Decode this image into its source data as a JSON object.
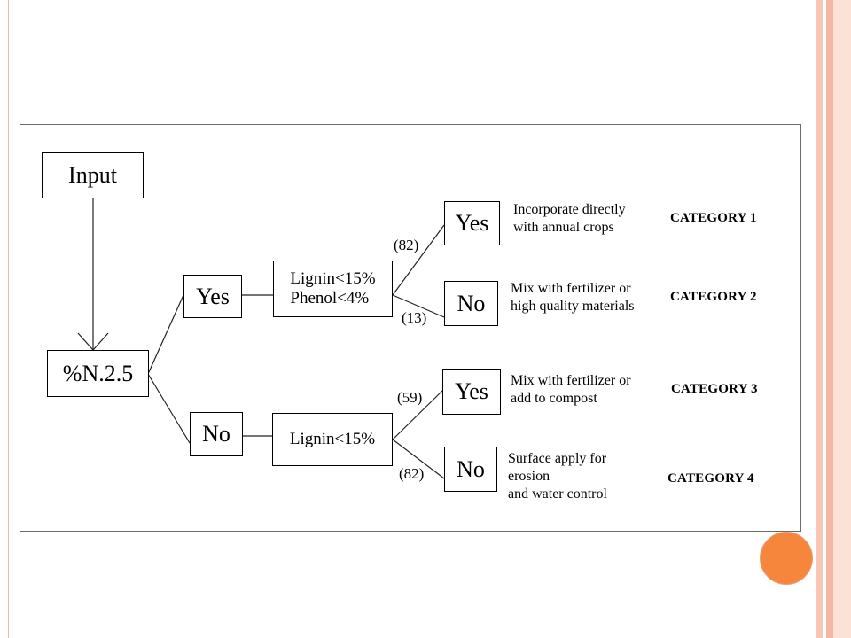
{
  "diagram": {
    "input_label": "Input",
    "n_threshold_label": "%N.2.5",
    "yes_label": "Yes",
    "no_label": "No",
    "high_n": {
      "condition_lines": [
        "Lignin<15%",
        "Phenol<4%"
      ],
      "yes_count": "(82)",
      "no_count": "(13)",
      "yes_label": "Yes",
      "no_label": "No"
    },
    "low_n": {
      "condition_lines": [
        "Lignin<15%"
      ],
      "yes_count": "(59)",
      "no_count": "(82)",
      "yes_label": "Yes",
      "no_label": "No"
    },
    "outcomes": [
      {
        "lines": [
          "Incorporate directly",
          "with annual crops"
        ],
        "category": "CATEGORY 1"
      },
      {
        "lines": [
          "Mix with fertilizer or",
          "high quality materials"
        ],
        "category": "CATEGORY 2"
      },
      {
        "lines": [
          "Mix with fertilizer or",
          "add to compost"
        ],
        "category": "CATEGORY 3"
      },
      {
        "lines": [
          "Surface apply for",
          "erosion",
          "and water control"
        ],
        "category": "CATEGORY 4"
      }
    ]
  },
  "colors": {
    "accent_dot": "#f7863d",
    "border": "#f3b8a4"
  }
}
